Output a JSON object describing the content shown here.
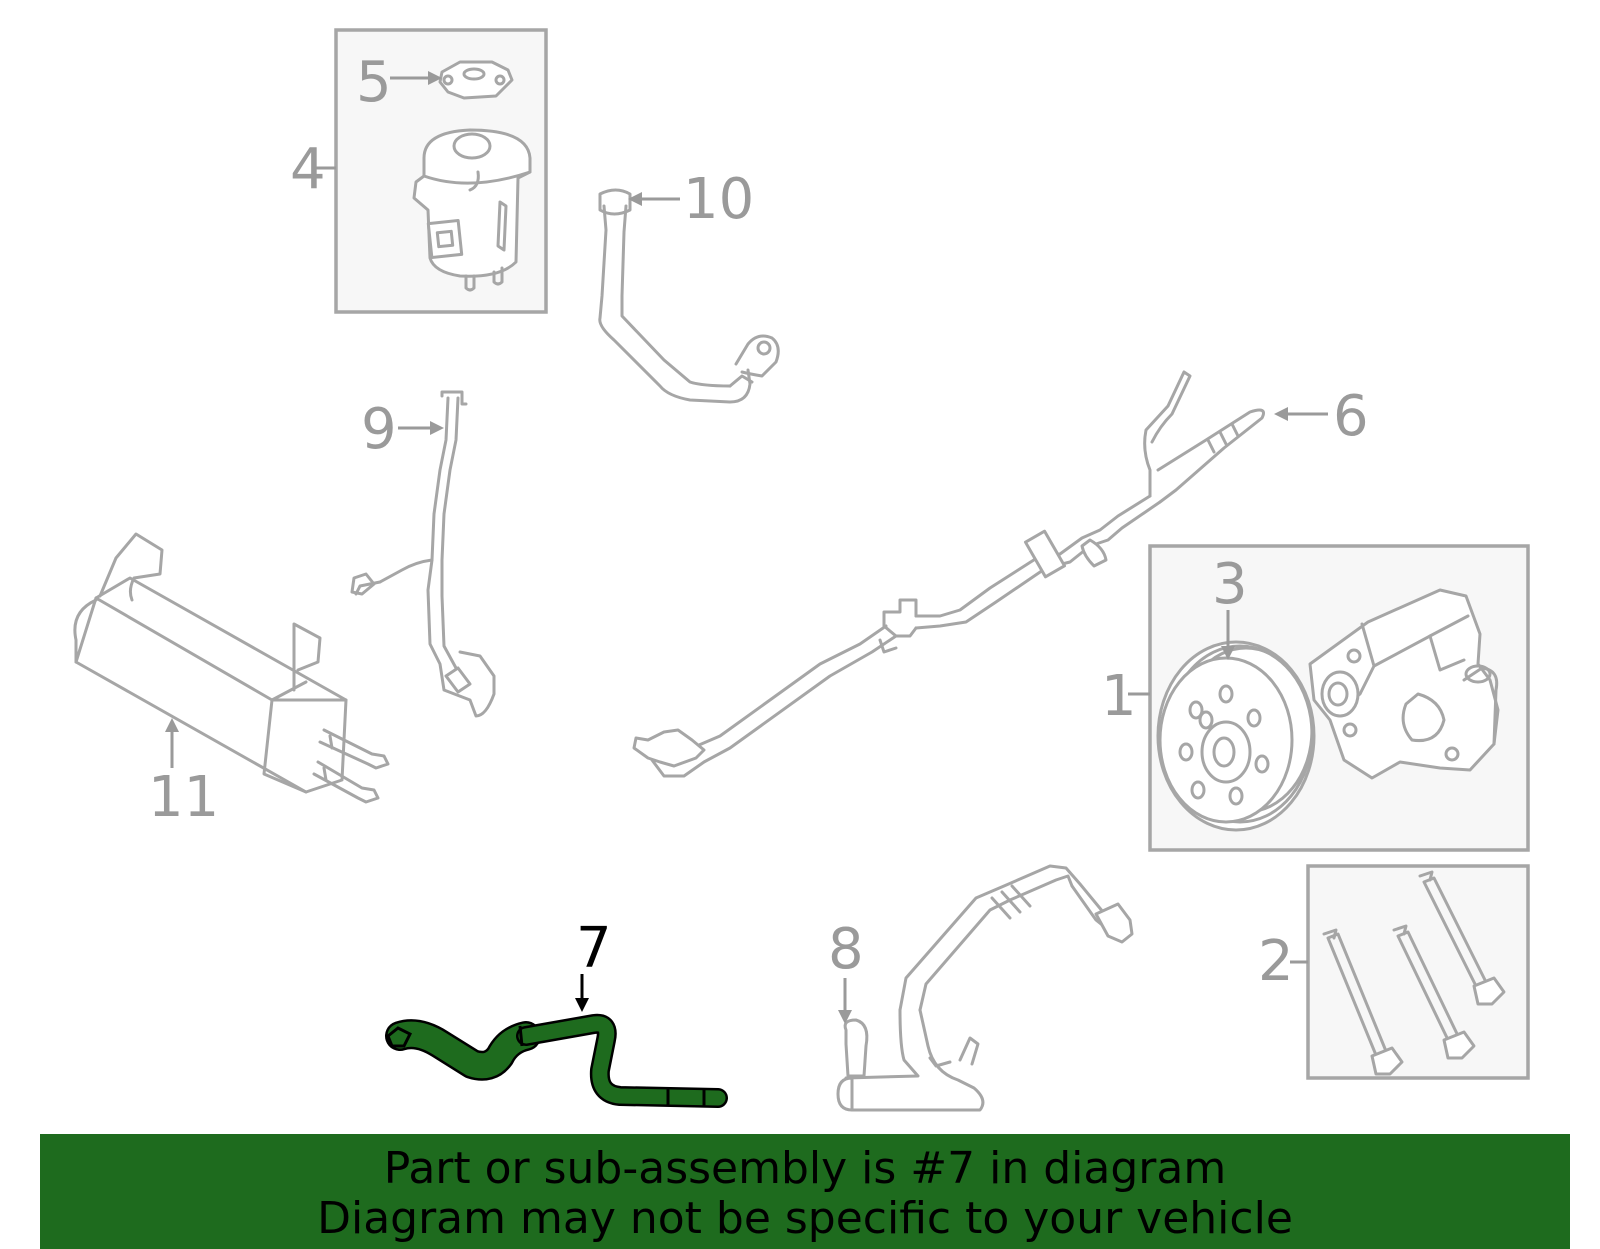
{
  "diagram": {
    "callouts": {
      "c1": "1",
      "c2": "2",
      "c3": "3",
      "c4": "4",
      "c5": "5",
      "c6": "6",
      "c7": "7",
      "c8": "8",
      "c9": "9",
      "c10": "10",
      "c11": "11"
    },
    "highlighted_part": "7",
    "highlight_color": "#1e6b1e",
    "line_color": "#a6a6a6"
  },
  "banner": {
    "line1": "Part or sub-assembly is #7 in diagram",
    "line2": "Diagram may not be specific to your vehicle",
    "background": "#1e6b1e"
  }
}
